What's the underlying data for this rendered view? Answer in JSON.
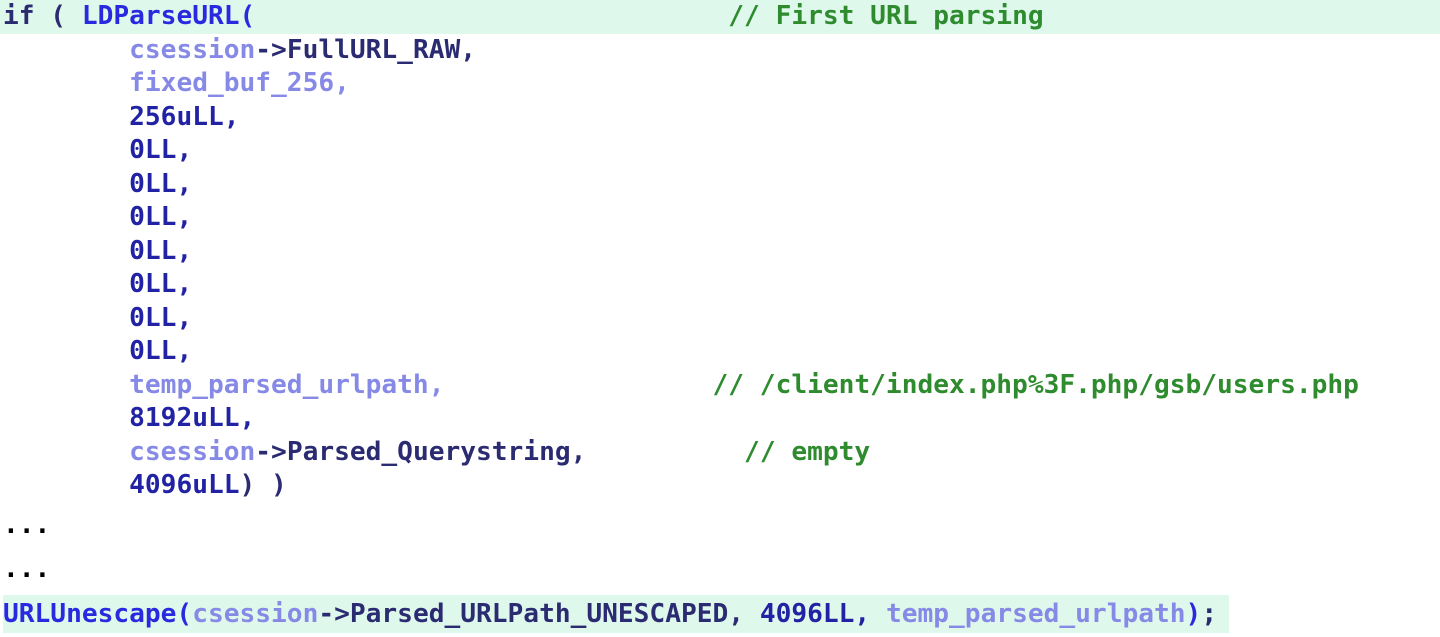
{
  "editor": {
    "kind": "decompiled-c-pseudocode",
    "colors": {
      "highlight_bg": "#dff8ec",
      "plain": "#2b2b72",
      "function": "#2929e0",
      "variable": "#8689e6",
      "number": "#2222a4",
      "comment": "#2e8b2e",
      "ellipsis": "#000000"
    },
    "lines": [
      {
        "highlight": "full",
        "segments": [
          {
            "type": "plain",
            "text": "if ( "
          },
          {
            "type": "function",
            "text": "LDParseURL("
          },
          {
            "type": "plain",
            "text": "                              "
          },
          {
            "type": "comment",
            "text": "// First URL parsing"
          }
        ]
      },
      {
        "highlight": null,
        "segments": [
          {
            "type": "plain",
            "text": "        "
          },
          {
            "type": "variable",
            "text": "csession"
          },
          {
            "type": "plain",
            "text": "->FullURL_RAW,"
          }
        ]
      },
      {
        "highlight": null,
        "segments": [
          {
            "type": "plain",
            "text": "        "
          },
          {
            "type": "variable",
            "text": "fixed_buf_256,"
          }
        ]
      },
      {
        "highlight": null,
        "segments": [
          {
            "type": "plain",
            "text": "        "
          },
          {
            "type": "number",
            "text": "256uLL,"
          }
        ]
      },
      {
        "highlight": null,
        "segments": [
          {
            "type": "plain",
            "text": "        "
          },
          {
            "type": "number",
            "text": "0LL,"
          }
        ]
      },
      {
        "highlight": null,
        "segments": [
          {
            "type": "plain",
            "text": "        "
          },
          {
            "type": "number",
            "text": "0LL,"
          }
        ]
      },
      {
        "highlight": null,
        "segments": [
          {
            "type": "plain",
            "text": "        "
          },
          {
            "type": "number",
            "text": "0LL,"
          }
        ]
      },
      {
        "highlight": null,
        "segments": [
          {
            "type": "plain",
            "text": "        "
          },
          {
            "type": "number",
            "text": "0LL,"
          }
        ]
      },
      {
        "highlight": null,
        "segments": [
          {
            "type": "plain",
            "text": "        "
          },
          {
            "type": "number",
            "text": "0LL,"
          }
        ]
      },
      {
        "highlight": null,
        "segments": [
          {
            "type": "plain",
            "text": "        "
          },
          {
            "type": "number",
            "text": "0LL,"
          }
        ]
      },
      {
        "highlight": null,
        "segments": [
          {
            "type": "plain",
            "text": "        "
          },
          {
            "type": "number",
            "text": "0LL,"
          }
        ]
      },
      {
        "highlight": null,
        "segments": [
          {
            "type": "plain",
            "text": "        "
          },
          {
            "type": "variable",
            "text": "temp_parsed_urlpath,"
          },
          {
            "type": "plain",
            "text": "                 "
          },
          {
            "type": "comment",
            "text": "// /client/index.php%3F.php/gsb/users.php"
          }
        ]
      },
      {
        "highlight": null,
        "segments": [
          {
            "type": "plain",
            "text": "        "
          },
          {
            "type": "number",
            "text": "8192uLL,"
          }
        ]
      },
      {
        "highlight": null,
        "segments": [
          {
            "type": "plain",
            "text": "        "
          },
          {
            "type": "variable",
            "text": "csession"
          },
          {
            "type": "plain",
            "text": "->Parsed_Querystring,"
          },
          {
            "type": "plain",
            "text": "          "
          },
          {
            "type": "comment",
            "text": "// empty"
          }
        ]
      },
      {
        "highlight": null,
        "segments": [
          {
            "type": "plain",
            "text": "        "
          },
          {
            "type": "number",
            "text": "4096uLL"
          },
          {
            "type": "plain",
            "text": ") )"
          }
        ]
      },
      {
        "highlight": null,
        "ellipsis": true,
        "segments": [
          {
            "type": "ellipsis",
            "text": "..."
          }
        ]
      },
      {
        "highlight": null,
        "ellipsis": true,
        "segments": [
          {
            "type": "ellipsis",
            "text": "..."
          }
        ]
      },
      {
        "highlight": "text",
        "segments": [
          {
            "type": "function",
            "text": "URLUnescape("
          },
          {
            "type": "variable",
            "text": "csession"
          },
          {
            "type": "plain",
            "text": "->Parsed_URLPath_UNESCAPED, "
          },
          {
            "type": "number",
            "text": "4096LL,"
          },
          {
            "type": "plain",
            "text": " "
          },
          {
            "type": "variable",
            "text": "temp_parsed_urlpath"
          },
          {
            "type": "function",
            "text": ")"
          },
          {
            "type": "plain",
            "text": ";"
          }
        ]
      }
    ]
  }
}
